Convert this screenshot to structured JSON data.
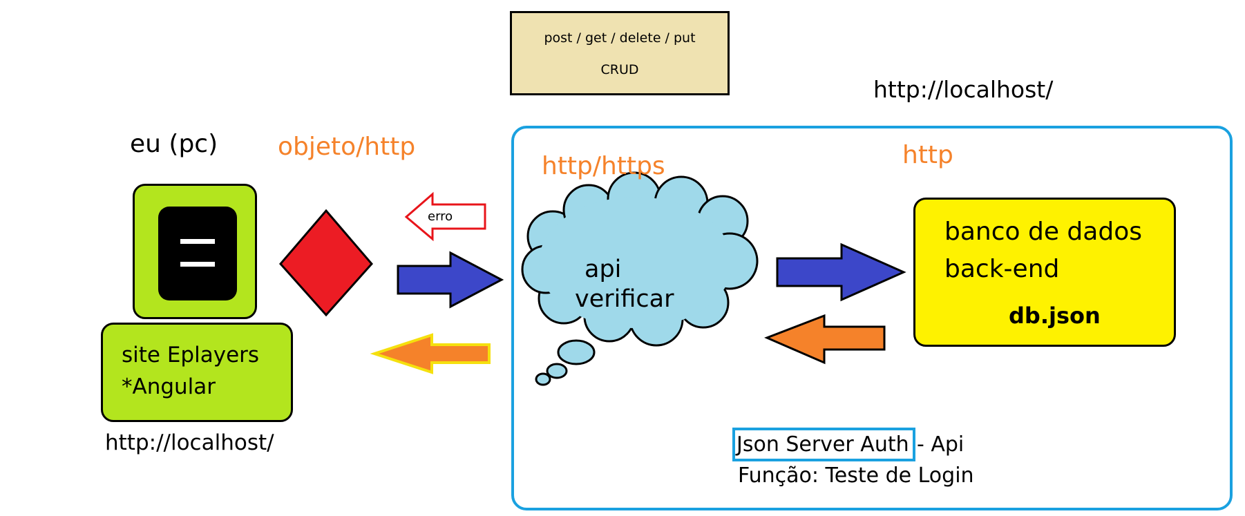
{
  "crud_note": {
    "methods": "post / get / delete / put",
    "label": "CRUD"
  },
  "server_url": "http://localhost/",
  "client": {
    "title": "eu (pc)",
    "site_name": "site Eplayers",
    "framework": "*Angular",
    "url": "http://localhost/"
  },
  "request_label": "objeto/http",
  "error_label": "erro",
  "api": {
    "protocol": "http/https",
    "line1": "api",
    "line2": "verificar"
  },
  "db": {
    "protocol": "http",
    "line1": "banco de dados",
    "line2": "back-end",
    "file": "db.json"
  },
  "footer": {
    "auth_name": "Json Server Auth",
    "auth_suffix": "- Api",
    "function": "Função: Teste de Login"
  },
  "colors": {
    "frame_blue": "#1aa1e0",
    "pc_green": "#b3e51e",
    "db_yellow": "#fef200",
    "cloud_blue": "#9fd9ea",
    "arrow_blue": "#3c47c9",
    "arrow_orange": "#f5822a",
    "diamond_red": "#ec1c24",
    "label_orange": "#f5822a"
  }
}
